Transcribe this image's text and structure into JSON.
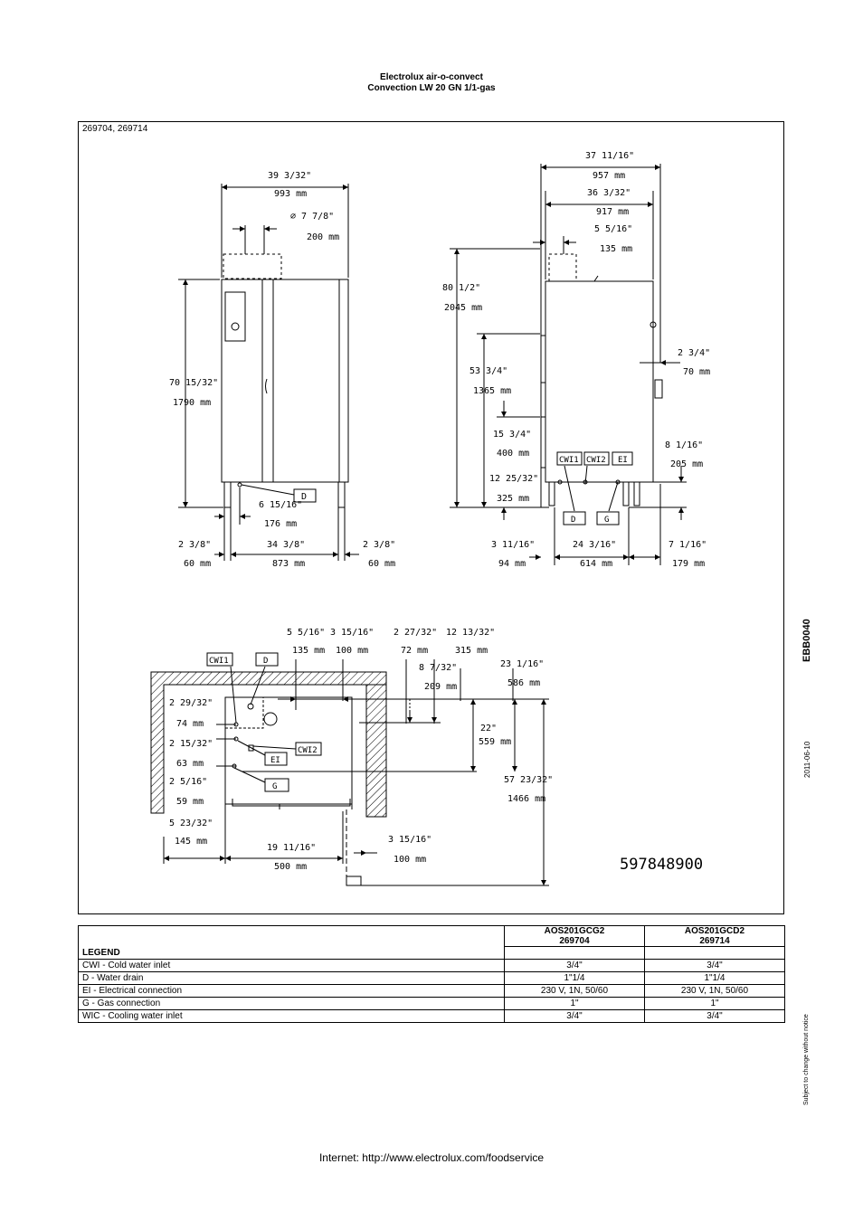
{
  "header": {
    "line1": "Electrolux air-o-convect",
    "line2": "Convection LW 20 GN 1/1-gas"
  },
  "drawing": {
    "model_codes": "269704, 269714",
    "doc_code": "EBB0040",
    "date": "2011-06-10",
    "part_number": "597848900",
    "front_view": {
      "top_width_in": "39 3/32\"",
      "top_width_mm": "993 mm",
      "flue_in": "⌀ 7 7/8\"",
      "flue_mm": "200 mm",
      "height_in": "70 15/32\"",
      "height_mm": "1790 mm",
      "drain_in": "6 15/16\"",
      "drain_mm": "176 mm",
      "drain_label": "D",
      "left_leg_in": "2 3/8\"",
      "left_leg_mm": "60 mm",
      "leg_span_in": "34 3/8\"",
      "leg_span_mm": "873 mm",
      "right_leg_in": "2 3/8\"",
      "right_leg_mm": "60 mm"
    },
    "side_view": {
      "total_depth_in": "37 11/16\"",
      "total_depth_mm": "957 mm",
      "body_depth_in": "36 3/32\"",
      "body_depth_mm": "917 mm",
      "flue_offset_in": "5 5/16\"",
      "flue_offset_mm": "135 mm",
      "total_height_in": "80 1/2\"",
      "total_height_mm": "2045 mm",
      "h1365_in": "53 3/4\"",
      "h1365_mm": "1365 mm",
      "h400_in": "15 3/4\"",
      "h400_mm": "400 mm",
      "h325_in": "12 25/32\"",
      "h325_mm": "325 mm",
      "side_70_in": "2 3/4\"",
      "side_70_mm": "70 mm",
      "h205_in": "8 1/16\"",
      "h205_mm": "205 mm",
      "bottom_94_in": "3 11/16\"",
      "bottom_94_mm": "94 mm",
      "bottom_614_in": "24 3/16\"",
      "bottom_614_mm": "614 mm",
      "bottom_179_in": "7 1/16\"",
      "bottom_179_mm": "179 mm",
      "labels": [
        "CWI1",
        "CWI2",
        "EI",
        "D",
        "G"
      ]
    },
    "plan_view": {
      "d135_in": "5 5/16\"",
      "d135_mm": "135 mm",
      "d100_in": "3 15/16\"",
      "d100_mm": "100 mm",
      "d72_in": "2 27/32\"",
      "d72_mm": "72 mm",
      "d315_in": "12 13/32\"",
      "d315_mm": "315 mm",
      "d209_in": "8 7/32\"",
      "d209_mm": "209 mm",
      "d586_in": "23 1/16\"",
      "d586_mm": "586 mm",
      "d559_in": "22\"",
      "d559_mm": "559 mm",
      "d1466_in": "57 23/32\"",
      "d1466_mm": "1466 mm",
      "d74_in": "2 29/32\"",
      "d74_mm": "74 mm",
      "d63_in": "2 15/32\"",
      "d63_mm": "63 mm",
      "d59_in": "2 5/16\"",
      "d59_mm": "59 mm",
      "d145_in": "5 23/32\"",
      "d145_mm": "145 mm",
      "d500_in": "19 11/16\"",
      "d500_mm": "500 mm",
      "d100b_in": "3 15/16\"",
      "d100b_mm": "100 mm",
      "labels": [
        "CWI1",
        "D",
        "EI",
        "CWI2",
        "G"
      ]
    }
  },
  "legend_table": {
    "legend_title": "LEGEND",
    "columns": [
      {
        "model": "AOS201GCG2",
        "code": "269704"
      },
      {
        "model": "AOS201GCD2",
        "code": "269714"
      }
    ],
    "rows": [
      {
        "label": "CWI - Cold water inlet",
        "values": [
          "3/4\"",
          "3/4\""
        ]
      },
      {
        "label": "D - Water drain",
        "values": [
          "1\"1/4",
          "1\"1/4"
        ]
      },
      {
        "label": "EI - Electrical connection",
        "values": [
          "230 V, 1N, 50/60",
          "230 V, 1N, 50/60"
        ]
      },
      {
        "label": "G - Gas connection",
        "values": [
          "1\"",
          "1\""
        ]
      },
      {
        "label": "WIC - Cooling water inlet",
        "values": [
          "3/4\"",
          "3/4\""
        ]
      }
    ]
  },
  "side_note": "Subject to change without notice",
  "footer": "Internet: http://www.electrolux.com/foodservice"
}
